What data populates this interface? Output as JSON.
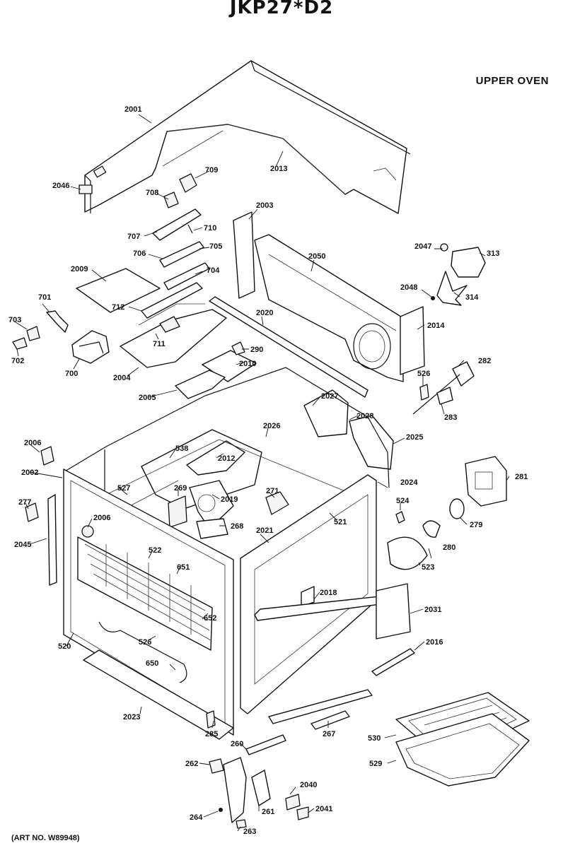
{
  "title": "JKP27*D2",
  "section": "UPPER OVEN",
  "art_number": "(ART NO. W89948)",
  "callouts": [
    {
      "id": "c2001",
      "text": "2001"
    },
    {
      "id": "c2013",
      "text": "2013"
    },
    {
      "id": "c709",
      "text": "709"
    },
    {
      "id": "c708",
      "text": "708"
    },
    {
      "id": "c2046",
      "text": "2046"
    },
    {
      "id": "c2003",
      "text": "2003"
    },
    {
      "id": "c707",
      "text": "707"
    },
    {
      "id": "c710",
      "text": "710"
    },
    {
      "id": "c706",
      "text": "706"
    },
    {
      "id": "c705",
      "text": "705"
    },
    {
      "id": "c2050",
      "text": "2050"
    },
    {
      "id": "c2047",
      "text": "2047"
    },
    {
      "id": "c313",
      "text": "313"
    },
    {
      "id": "c2009",
      "text": "2009"
    },
    {
      "id": "c704",
      "text": "704"
    },
    {
      "id": "c2048",
      "text": "2048"
    },
    {
      "id": "c314",
      "text": "314"
    },
    {
      "id": "c701",
      "text": "701"
    },
    {
      "id": "c712",
      "text": "712"
    },
    {
      "id": "c703",
      "text": "703"
    },
    {
      "id": "c2020",
      "text": "2020"
    },
    {
      "id": "c2014",
      "text": "2014"
    },
    {
      "id": "c711",
      "text": "711"
    },
    {
      "id": "c702",
      "text": "702"
    },
    {
      "id": "c700",
      "text": "700"
    },
    {
      "id": "c290",
      "text": "290"
    },
    {
      "id": "c2010",
      "text": "2010"
    },
    {
      "id": "c282",
      "text": "282"
    },
    {
      "id": "c2004",
      "text": "2004"
    },
    {
      "id": "c526a",
      "text": "526"
    },
    {
      "id": "c2005",
      "text": "2005"
    },
    {
      "id": "c2027",
      "text": "2027"
    },
    {
      "id": "c2028",
      "text": "2028"
    },
    {
      "id": "c283",
      "text": "283"
    },
    {
      "id": "c2026",
      "text": "2026"
    },
    {
      "id": "c2006a",
      "text": "2006"
    },
    {
      "id": "c538",
      "text": "538"
    },
    {
      "id": "c2025",
      "text": "2025"
    },
    {
      "id": "c2012",
      "text": "2012"
    },
    {
      "id": "c2002",
      "text": "2002"
    },
    {
      "id": "c281",
      "text": "281"
    },
    {
      "id": "c527",
      "text": "527"
    },
    {
      "id": "c269",
      "text": "269"
    },
    {
      "id": "c2024",
      "text": "2024"
    },
    {
      "id": "c271",
      "text": "271"
    },
    {
      "id": "c2019",
      "text": "2019"
    },
    {
      "id": "c277",
      "text": "277"
    },
    {
      "id": "c524",
      "text": "524"
    },
    {
      "id": "c521",
      "text": "521"
    },
    {
      "id": "c2006b",
      "text": "2006"
    },
    {
      "id": "c268",
      "text": "268"
    },
    {
      "id": "c279",
      "text": "279"
    },
    {
      "id": "c2021",
      "text": "2021"
    },
    {
      "id": "c2045",
      "text": "2045"
    },
    {
      "id": "c522",
      "text": "522"
    },
    {
      "id": "c280",
      "text": "280"
    },
    {
      "id": "c651",
      "text": "651"
    },
    {
      "id": "c523",
      "text": "523"
    },
    {
      "id": "c2018",
      "text": "2018"
    },
    {
      "id": "c2031",
      "text": "2031"
    },
    {
      "id": "c652",
      "text": "652"
    },
    {
      "id": "c520",
      "text": "520"
    },
    {
      "id": "c526b",
      "text": "526"
    },
    {
      "id": "c2016",
      "text": "2016"
    },
    {
      "id": "c650",
      "text": "650"
    },
    {
      "id": "c2023",
      "text": "2023"
    },
    {
      "id": "c285",
      "text": "285"
    },
    {
      "id": "c267",
      "text": "267"
    },
    {
      "id": "c530",
      "text": "530"
    },
    {
      "id": "c260",
      "text": "260"
    },
    {
      "id": "c529",
      "text": "529"
    },
    {
      "id": "c262",
      "text": "262"
    },
    {
      "id": "c2040",
      "text": "2040"
    },
    {
      "id": "c261",
      "text": "261"
    },
    {
      "id": "c2041",
      "text": "2041"
    },
    {
      "id": "c264",
      "text": "264"
    },
    {
      "id": "c263",
      "text": "263"
    }
  ]
}
